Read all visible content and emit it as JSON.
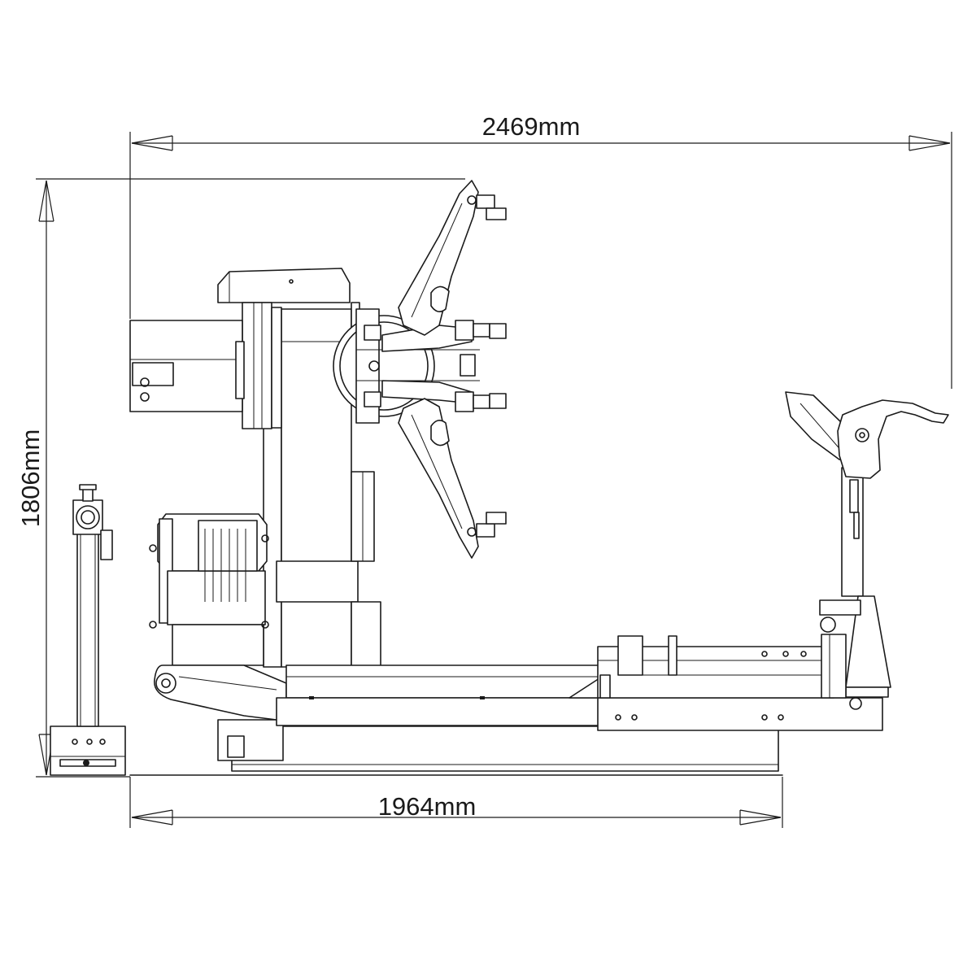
{
  "dimensions": {
    "overall_width": "2469mm",
    "base_length": "1964mm",
    "overall_height": "1806mm"
  }
}
